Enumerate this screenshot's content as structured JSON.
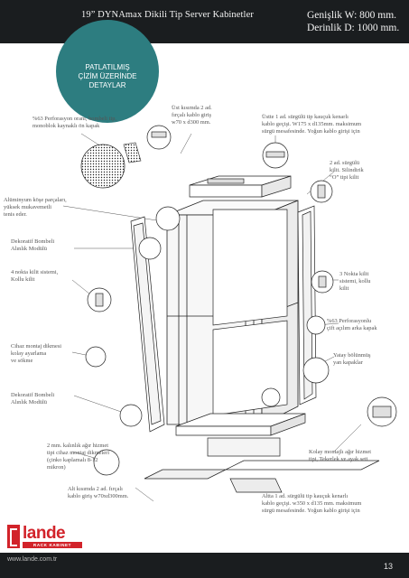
{
  "header": {
    "title": "19” DYNAmax Dikili Tip Server Kabinetler",
    "width_line": "Genişlik W: 800 mm.",
    "depth_line": "Derinlik  D: 1000 mm."
  },
  "circle": {
    "line1": "PATLATILMIŞ",
    "line2": "ÇİZİM ÜZERİNDE",
    "line3": "DETAYLAR"
  },
  "labels": {
    "perforation_front_l1": "%63 Perforasyon oranı, bombeli tip,",
    "perforation_front_l2": "monoblok kaynaklı ön kapak",
    "top_brush_l1": "Üst kısımda 2 ad.",
    "top_brush_l2": "fırçalı kablo giriş",
    "top_brush_l3": "w70 x d300 mm.",
    "top_sliding_l1": "Üstte 1 ad. sürgülü tip kauçuk kenarlı",
    "top_sliding_l2": "kablo geçişi. W175 x d135mm. maksimum",
    "top_sliding_l3": "sürgü mesafesinde. Yoğun kablo girişi için",
    "lock_sliding_l1": "2 ad. sürgülü",
    "lock_sliding_l2": "kilit. Silindirik",
    "lock_sliding_l3": "“O” tipi kilit",
    "aluminium_l1": "Alüminyum köşe parçaları,",
    "aluminium_l2": "yüksek mukavemetli",
    "aluminium_l3": "tenis eder.",
    "decorative_top_l1": "Dekoratif Bombeli",
    "decorative_top_l2": "Alınlık Modülü",
    "lock4_l1": "4 nokta kilit sistemi,",
    "lock4_l2": "Kollu kilit",
    "lock3_l1": "3 Nokta kilit",
    "lock3_l2": "sistemi, kollu",
    "lock3_l3": "kilit",
    "rear_perf_l1": "%63 Perforasyonlu",
    "rear_perf_l2": "çift açılım arka kapak",
    "mount_l1": "Cihaz montaj dikmesi",
    "mount_l2": "kolay ayarlama",
    "mount_l3": "ve sökme",
    "side_panel_l1": "Yatay bölünmüş",
    "side_panel_l2": "yan kapaklar",
    "decorative_bottom_l1": "Dekoratif Bombeli",
    "decorative_bottom_l2": "Alınlık Modülü",
    "profile_l1": "2 mm. kalınlık ağır hizmet",
    "profile_l2": "tipi cihaz montaj dikmeleri",
    "profile_l3": "(çinko kaplamalı 8-12",
    "profile_l4": "mikron)",
    "wheel_l1": "Kolay montajlı ağır hizmet",
    "wheel_l2": "tipi, Tekerlek ve ayak seti",
    "bottom_brush_l1": "Alt kısımda 2 ad. fırçalı",
    "bottom_brush_l2": "kablo giriş w70xd300mm.",
    "bottom_sliding_l1": "Altta 1 ad. sürgülü tip kauçuk kenarlı",
    "bottom_sliding_l2": "kablo geçişi. w350 x d135 mm. maksimum",
    "bottom_sliding_l3": "sürgü mesafesinde. Yoğun kablo girişi için"
  },
  "logo": {
    "word": "lande",
    "tagline": "RACK KABINET"
  },
  "footer": {
    "url": "www.lande.com.tr",
    "page_number": "13"
  }
}
